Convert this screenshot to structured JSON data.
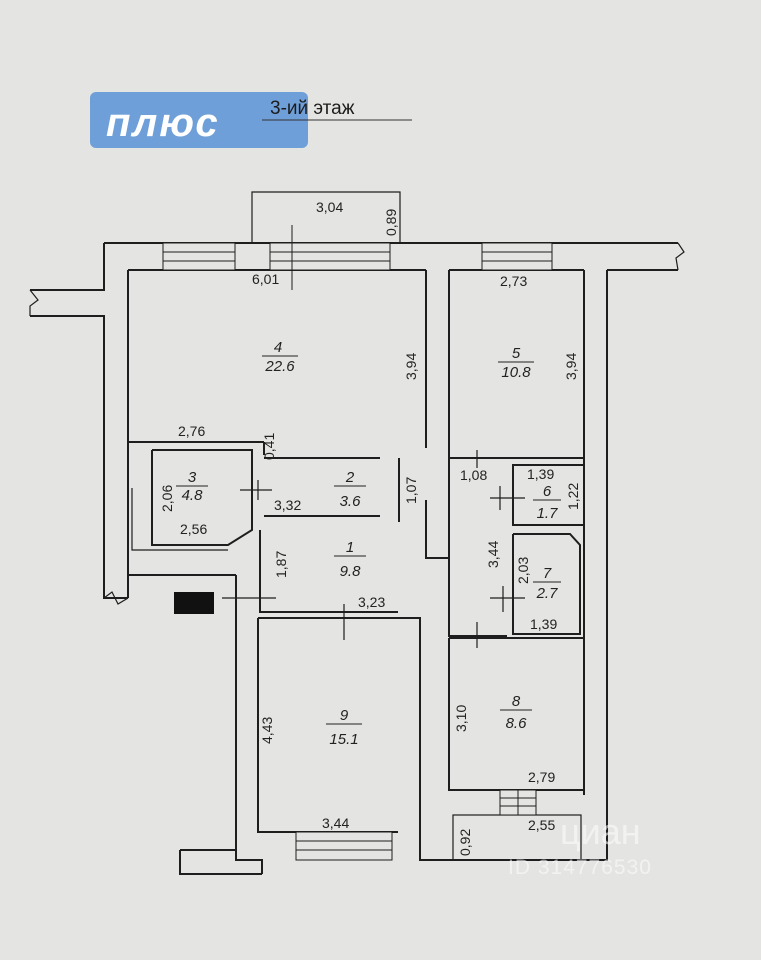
{
  "logo": {
    "text": "плюс",
    "color": "#6f9fd8"
  },
  "title": "3-ий этаж",
  "watermark": {
    "brand": "циан",
    "id": "ID 314776530"
  },
  "rooms": [
    {
      "num": "1",
      "area": "9.8"
    },
    {
      "num": "2",
      "area": "3.6"
    },
    {
      "num": "3",
      "area": "4.8"
    },
    {
      "num": "4",
      "area": "22.6"
    },
    {
      "num": "5",
      "area": "10.8"
    },
    {
      "num": "6",
      "area": "1.7"
    },
    {
      "num": "7",
      "area": "2.7"
    },
    {
      "num": "8",
      "area": "8.6"
    },
    {
      "num": "9",
      "area": "15.1"
    }
  ],
  "dims": {
    "balcony_top_w": "3,04",
    "balcony_top_d": "0,89",
    "r4_w": "6,01",
    "r4_h": "3,94",
    "r5_w": "2,73",
    "r5_h": "3,94",
    "r4_bottom": "2,76",
    "wall_041": "0,41",
    "r3_h": "2,06",
    "r3_w": "2,56",
    "r2_w": "3,32",
    "r2_h": "1,07",
    "hall_108": "1,08",
    "r6_w": "1,39",
    "r6_h": "1,22",
    "hall_344": "3,44",
    "r1_h": "1,87",
    "r1_w": "3,23",
    "r7_h": "2,03",
    "r7_w": "1,39",
    "r9_h": "4,43",
    "r9_w": "3,44",
    "r8_h": "3,10",
    "r8_w": "2,79",
    "balcony_bot_d": "0,92",
    "balcony_bot_w": "2,55"
  }
}
